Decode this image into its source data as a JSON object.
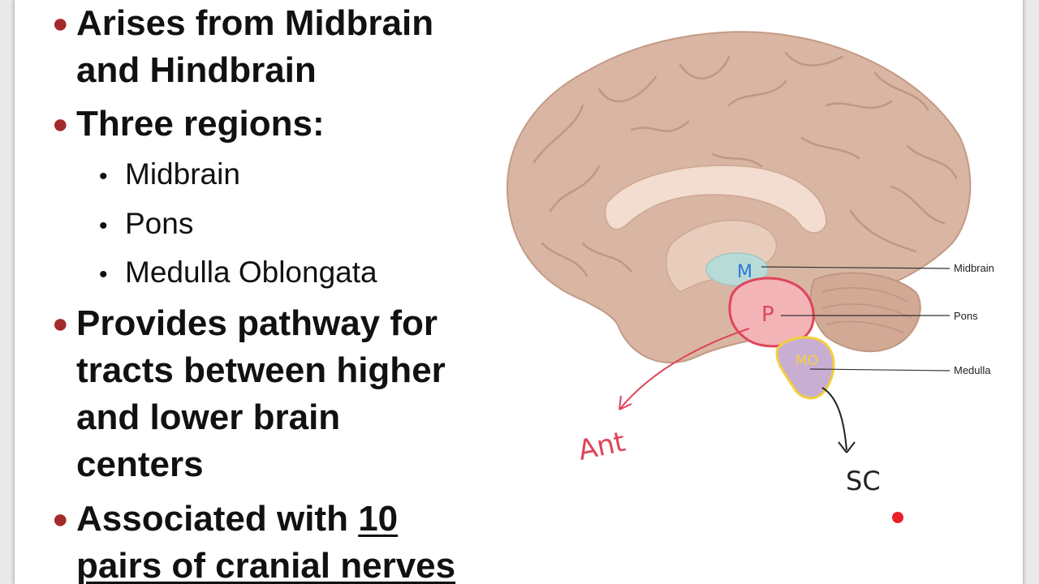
{
  "bullets": [
    {
      "lines": [
        "Arises from Midbrain",
        "and Hindbrain"
      ]
    },
    {
      "lines": [
        "Three regions:"
      ]
    },
    {
      "lines": [
        "Provides pathway for",
        "tracts between higher",
        "and lower brain",
        "centers"
      ]
    },
    {
      "pre": "Associated with ",
      "underlined": "10",
      "line2": "pairs of cranial nerves"
    }
  ],
  "sub_bullets": [
    "Midbrain",
    "Pons",
    "Medulla Oblongata"
  ],
  "diagram": {
    "labels": {
      "midbrain": "Midbrain",
      "pons": "Pons",
      "medulla": "Medulla"
    },
    "annotations": {
      "midbrain_mark": "M",
      "pons_mark": "P",
      "medulla_mark": "MO",
      "anterior": "Ant",
      "spinal_cord": "SC"
    },
    "colors": {
      "brain": "#d9b6a3",
      "midbrain_fill": "#b9dbd8",
      "pons_fill": "#f3b4b8",
      "medulla_fill": "#c9aed3",
      "red_ink": "#e0455a",
      "blue_ink": "#2a78d8",
      "yellow_ink": "#f2d03c",
      "laser_dot": "#e8202a"
    }
  }
}
